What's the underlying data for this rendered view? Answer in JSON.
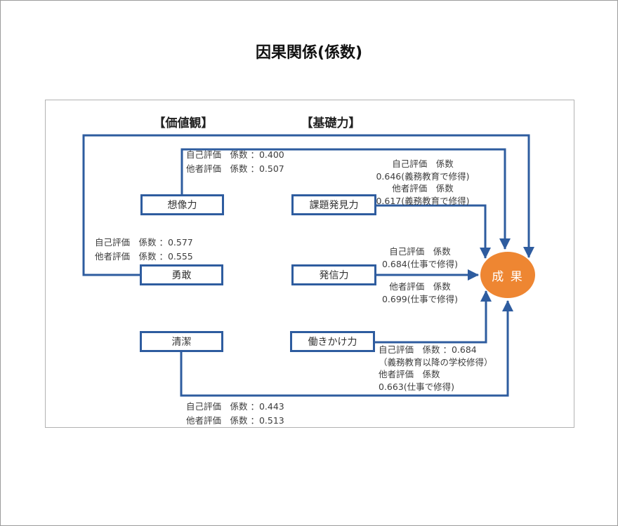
{
  "page": {
    "title": "因果関係(係数)"
  },
  "diagram": {
    "groups": [
      {
        "label": "【価値観】"
      },
      {
        "label": "【基礎力】"
      }
    ],
    "nodes": [
      {
        "label": "想像力"
      },
      {
        "label": "課題発見力"
      },
      {
        "label": "勇敢"
      },
      {
        "label": "発信力"
      },
      {
        "label": "清潔"
      },
      {
        "label": "働きかけ力"
      }
    ],
    "outcome": {
      "label": "成 果"
    },
    "colors": {
      "line": "#2e5c9f",
      "outcome": "#ee8632"
    }
  },
  "coef": {
    "souzou": [
      "自己評価　係数 ：0.400",
      "他者評価　係数 ：0.507"
    ],
    "kadai": [
      "自己評価　係数",
      "0.646(義務教育で修得)",
      "他者評価　係数",
      "0.617(義務教育で修得)"
    ],
    "yukan": [
      "自己評価　係数 ：0.577",
      "他者評価　係数 ：0.555"
    ],
    "hasshin_top": [
      "自己評価　係数",
      "0.684(仕事で修得)"
    ],
    "hasshin_bottom": [
      "他者評価　係数",
      "0.699(仕事で修得)"
    ],
    "hatarakikake": [
      "自己評価　係数 ：0.684",
      "（義務教育以降の学校修得）",
      "他者評価　係数",
      "0.663(仕事で修得)"
    ],
    "seiketsu": [
      "自己評価　係数 ：0.443",
      "他者評価　係数 ：0.513"
    ]
  }
}
